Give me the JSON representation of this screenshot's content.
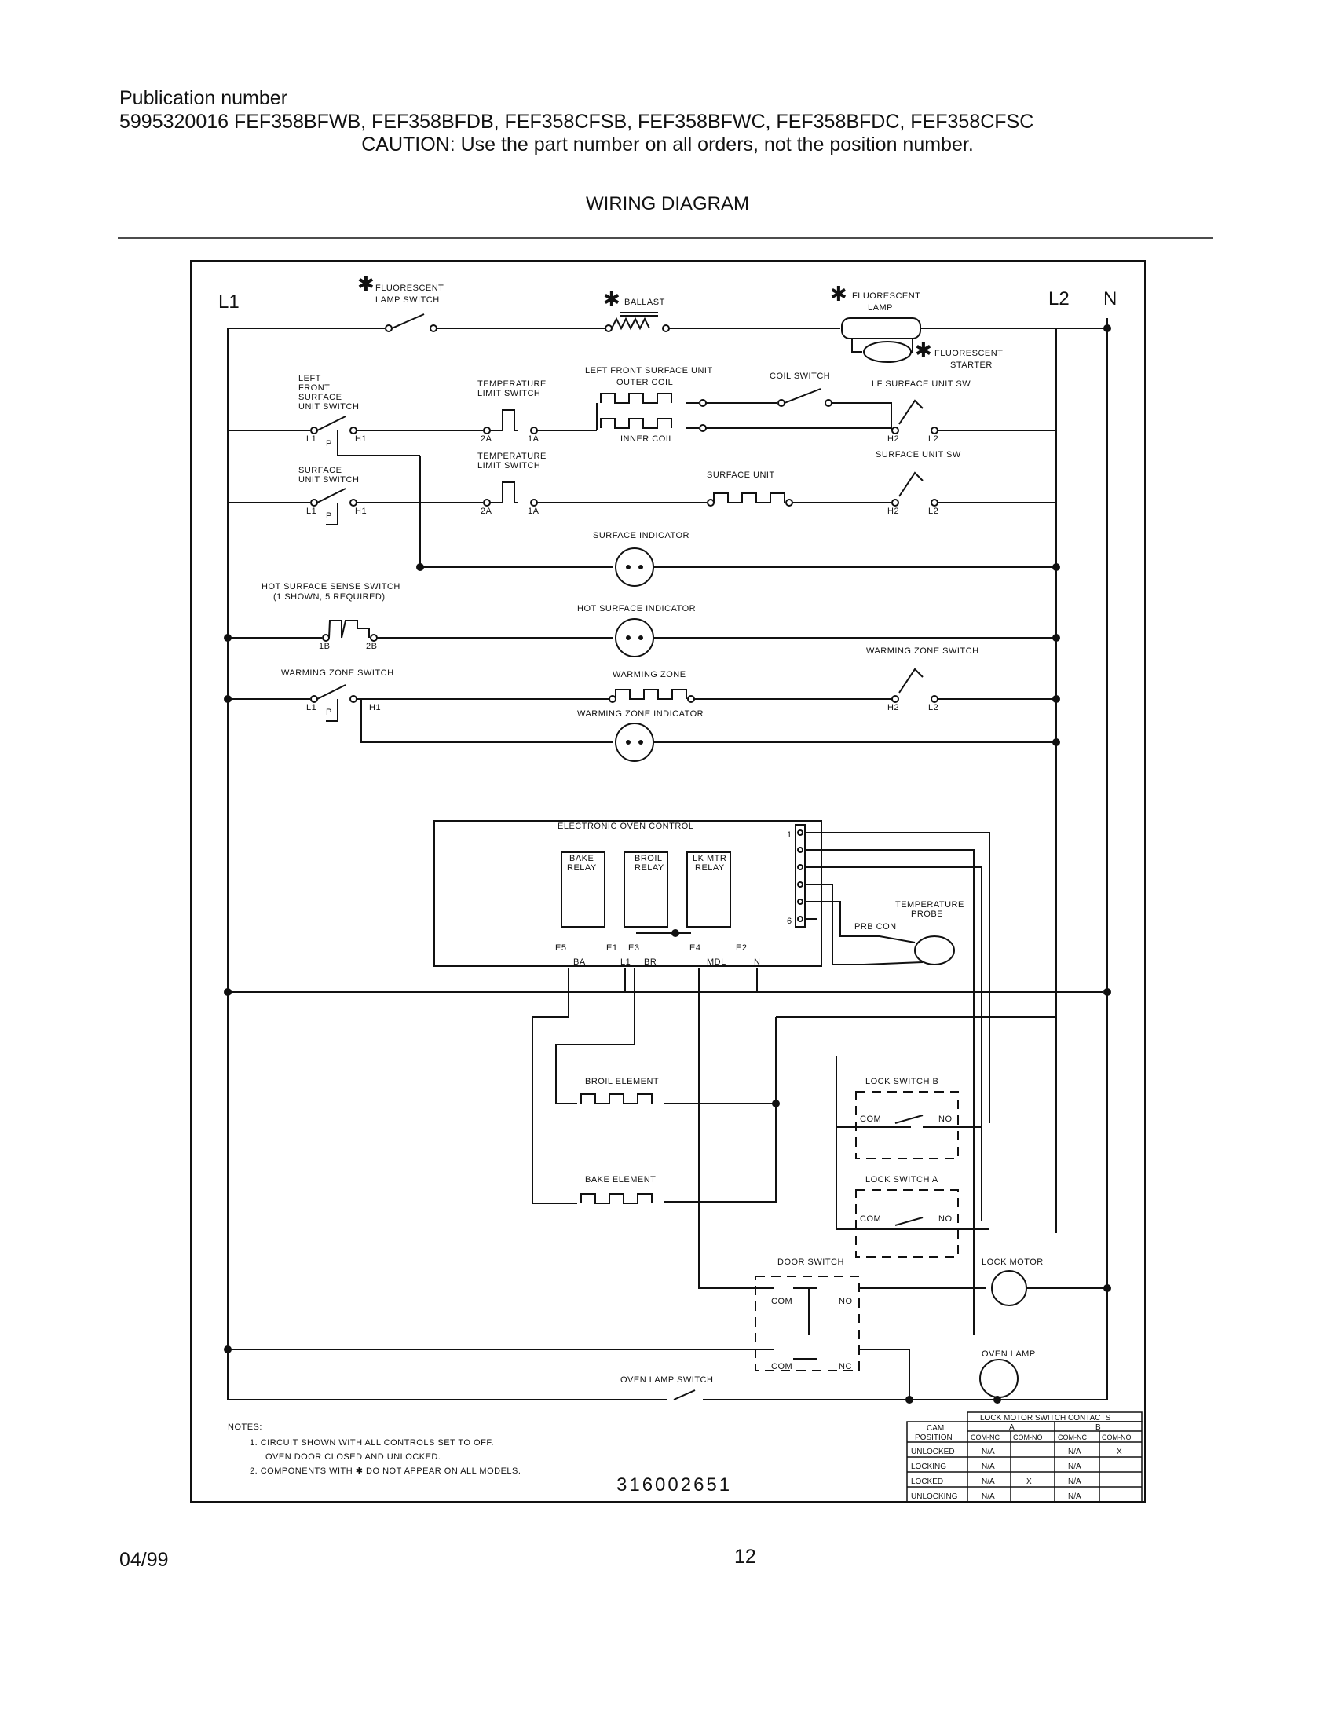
{
  "header": {
    "pub_label": "Publication number",
    "pub_line": "5995320016   FEF358BFWB, FEF358BFDB, FEF358CFSB, FEF358BFWC, FEF358BFDC, FEF358CFSC",
    "caution": "CAUTION:  Use the part number on all orders, not the position number.",
    "section_title": "WIRING DIAGRAM"
  },
  "diagram": {
    "rails": {
      "l1": "L1",
      "l2": "L2",
      "n": "N"
    },
    "labels": {
      "fl_switch": [
        "FLUORESCENT",
        "LAMP SWITCH"
      ],
      "ballast": "BALLAST",
      "fl_lamp": [
        "FLUORESCENT",
        "LAMP"
      ],
      "fl_starter": [
        "FLUORESCENT",
        "STARTER"
      ],
      "lf_unit_switch": [
        "LEFT",
        "FRONT",
        "SURFACE",
        "UNIT SWITCH"
      ],
      "temp_limit_1": [
        "TEMPERATURE",
        "LIMIT SWITCH"
      ],
      "lf_unit": [
        "LEFT FRONT SURFACE UNIT",
        "OUTER COIL"
      ],
      "inner_coil": "INNER COIL",
      "coil_switch": "COIL SWITCH",
      "lf_sw": "LF SURFACE UNIT SW",
      "surface_unit_switch": [
        "SURFACE",
        "UNIT SWITCH"
      ],
      "temp_limit_2": [
        "TEMPERATURE",
        "LIMIT SWITCH"
      ],
      "surface_unit": "SURFACE UNIT",
      "surface_unit_sw": "SURFACE UNIT SW",
      "surface_indicator": "SURFACE INDICATOR",
      "hot_sense": [
        "HOT SURFACE SENSE SWITCH",
        "(1 SHOWN, 5 REQUIRED)"
      ],
      "hot_indicator": "HOT SURFACE INDICATOR",
      "warming_switch": "WARMING ZONE SWITCH",
      "warming_zone": "WARMING ZONE",
      "warming_zone_switch_r": "WARMING ZONE SWITCH",
      "warming_indicator": "WARMING ZONE INDICATOR",
      "eoc": "ELECTRONIC OVEN CONTROL",
      "bake_relay": [
        "BAKE",
        "RELAY"
      ],
      "broil_relay": [
        "BROIL",
        "RELAY"
      ],
      "lk_relay": [
        "LK MTR",
        "RELAY"
      ],
      "temp_probe": [
        "TEMPERATURE",
        "PROBE"
      ],
      "prb_con": "PRB CON",
      "broil_element": "BROIL ELEMENT",
      "bake_element": "BAKE ELEMENT",
      "lock_b": "LOCK SWITCH B",
      "lock_a": "LOCK SWITCH A",
      "door_switch": "DOOR SWITCH",
      "lock_motor": "LOCK MOTOR",
      "oven_lamp": "OVEN LAMP",
      "oven_lamp_switch": "OVEN LAMP SWITCH",
      "com": "COM",
      "no": "NO",
      "nc": "NC"
    },
    "terminals": {
      "l1": "L1",
      "h1": "H1",
      "p": "P",
      "h2": "H2",
      "l2": "L2",
      "t2a": "2A",
      "t1a": "1A",
      "t1b": "1B",
      "t2b": "2B",
      "e5": "E5",
      "e1": "E1",
      "e3": "E3",
      "e4": "E4",
      "e2": "E2",
      "ba": "BA",
      "l1b": "L1",
      "br": "BR",
      "mdl": "MDL",
      "n": "N",
      "pin1": "1",
      "pin6": "6"
    },
    "notes": {
      "title": "NOTES:",
      "n1a": "1.  CIRCUIT SHOWN WITH ALL CONTROLS SET TO OFF.",
      "n1b": "OVEN DOOR CLOSED AND UNLOCKED.",
      "n2": "2.  COMPONENTS WITH  ✱  DO NOT APPEAR ON ALL MODELS."
    },
    "drawing_number": "316002651",
    "table": {
      "title": "LOCK MOTOR SWITCH CONTACTS",
      "cam_header": [
        "CAM",
        "POSITION"
      ],
      "group_a": "A",
      "group_b": "B",
      "subheaders": [
        "COM-NC",
        "COM-NO",
        "COM-NC",
        "COM-NO"
      ],
      "rows": [
        {
          "pos": "UNLOCKED",
          "cells": [
            "N/A",
            "",
            "N/A",
            "X"
          ]
        },
        {
          "pos": "LOCKING",
          "cells": [
            "N/A",
            "",
            "N/A",
            ""
          ]
        },
        {
          "pos": "LOCKED",
          "cells": [
            "N/A",
            "X",
            "N/A",
            ""
          ]
        },
        {
          "pos": "UNLOCKING",
          "cells": [
            "N/A",
            "",
            "N/A",
            ""
          ]
        }
      ]
    }
  },
  "footer": {
    "date": "04/99",
    "page": "12"
  }
}
